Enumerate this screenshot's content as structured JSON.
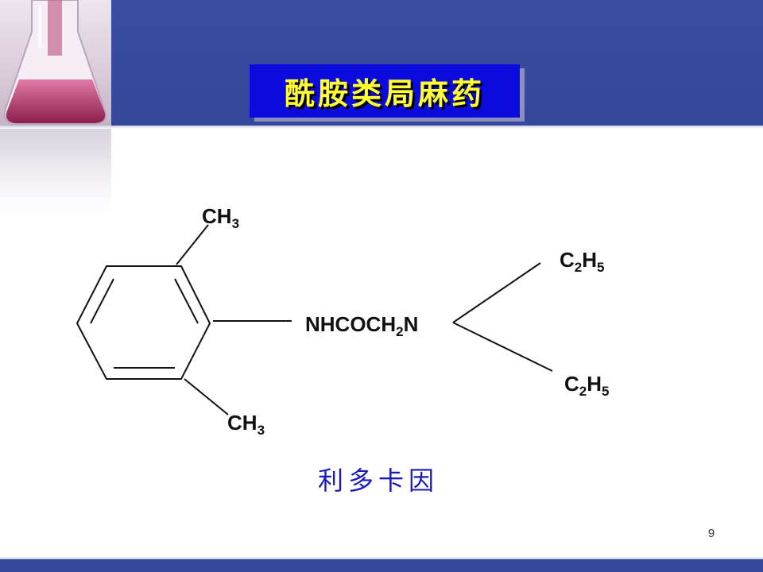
{
  "slide": {
    "title": "酰胺类局麻药",
    "page_number": "9",
    "compound_name": "利多卡因"
  },
  "structure": {
    "top_methyl": {
      "main": "CH",
      "sub": "3"
    },
    "bottom_methyl": {
      "main": "CH",
      "sub": "3"
    },
    "amide_group": {
      "pre": "NHCOCH",
      "sub": "2",
      "post": "N"
    },
    "ethyl_top": {
      "a": "C",
      "sub1": "2",
      "b": "H",
      "sub2": "5"
    },
    "ethyl_bottom": {
      "a": "C",
      "sub1": "2",
      "b": "H",
      "sub2": "5"
    }
  },
  "colors": {
    "band": "#34479a",
    "title_bg": "#0b0bdd",
    "title_text": "#ffff33",
    "compound_name": "#1a1ab8"
  }
}
